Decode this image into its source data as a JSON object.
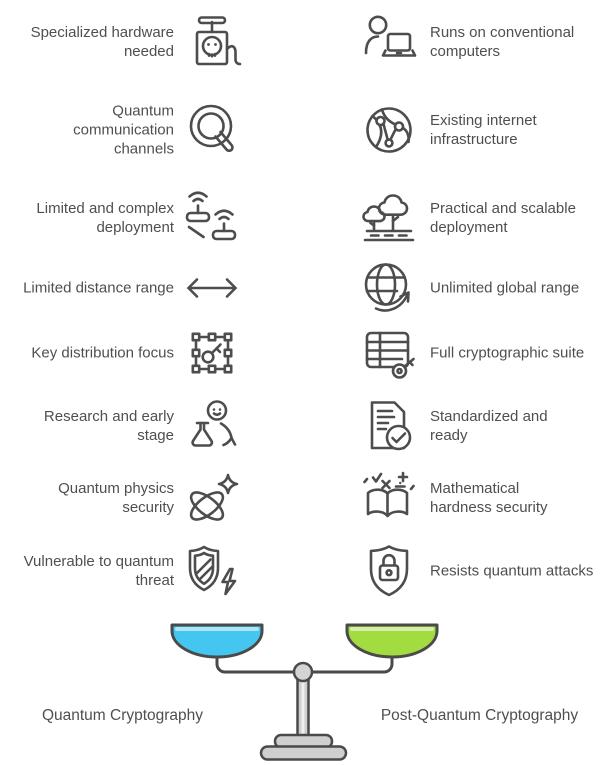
{
  "rows": [
    {
      "left": {
        "label": "Specialized hardware needed",
        "icon": "pump-skull-icon"
      },
      "right": {
        "label": "Runs on conventional computers",
        "icon": "person-laptop-icon"
      }
    },
    {
      "left": {
        "label": "Quantum communication channels",
        "icon": "q-letter-icon"
      },
      "right": {
        "label": "Existing internet infrastructure",
        "icon": "network-globe-icon"
      }
    },
    {
      "left": {
        "label": "Limited and complex deployment",
        "icon": "wifi-routers-icon"
      },
      "right": {
        "label": "Practical and scalable deployment",
        "icon": "trees-ground-icon"
      }
    },
    {
      "left": {
        "label": "Limited distance range",
        "icon": "double-arrow-icon"
      },
      "right": {
        "label": "Unlimited global range",
        "icon": "globe-arrow-icon"
      }
    },
    {
      "left": {
        "label": "Key distribution focus",
        "icon": "key-selection-box-icon"
      },
      "right": {
        "label": "Full cryptographic suite",
        "icon": "grid-key-icon"
      }
    },
    {
      "left": {
        "label": "Research and early stage",
        "icon": "scientist-flask-icon"
      },
      "right": {
        "label": "Standardized and ready",
        "icon": "document-check-icon"
      }
    },
    {
      "left": {
        "label": "Quantum physics security",
        "icon": "atom-sparkle-icon"
      },
      "right": {
        "label": "Mathematical hardness security",
        "icon": "math-book-icon"
      }
    },
    {
      "left": {
        "label": "Vulnerable to quantum threat",
        "icon": "shield-bolt-icon"
      },
      "right": {
        "label": "Resists quantum attacks",
        "icon": "shield-lock-icon"
      }
    }
  ],
  "scale": {
    "left_label": "Quantum Cryptography",
    "right_label": "Post-Quantum Cryptography",
    "left_pan_color": "#45C6F1",
    "right_pan_color": "#A3DC41",
    "stand_color": "#cfcfcf",
    "stroke_color": "#4a4a4a"
  },
  "colors": {
    "text": "#4f4f4f",
    "icon_stroke": "#4d4d4d"
  }
}
